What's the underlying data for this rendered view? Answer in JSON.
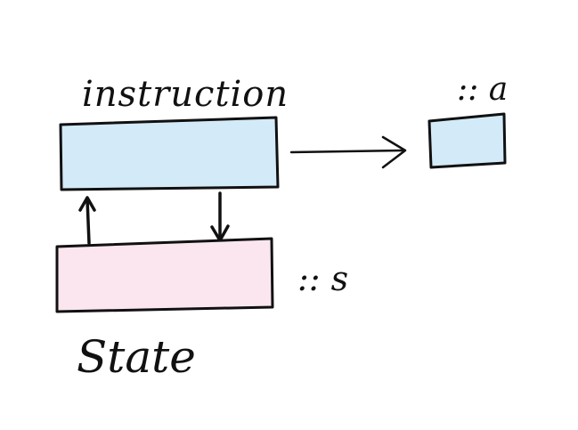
{
  "diagram": {
    "instruction_label": "instruction",
    "instruction_type": ":: a",
    "state_label": "State",
    "state_type": ":: s"
  },
  "colors": {
    "instruction_fill": "#d3eaf8",
    "result_fill": "#d3eaf8",
    "state_fill": "#fbe6f0",
    "ink": "#111111",
    "background": "#ffffff"
  }
}
